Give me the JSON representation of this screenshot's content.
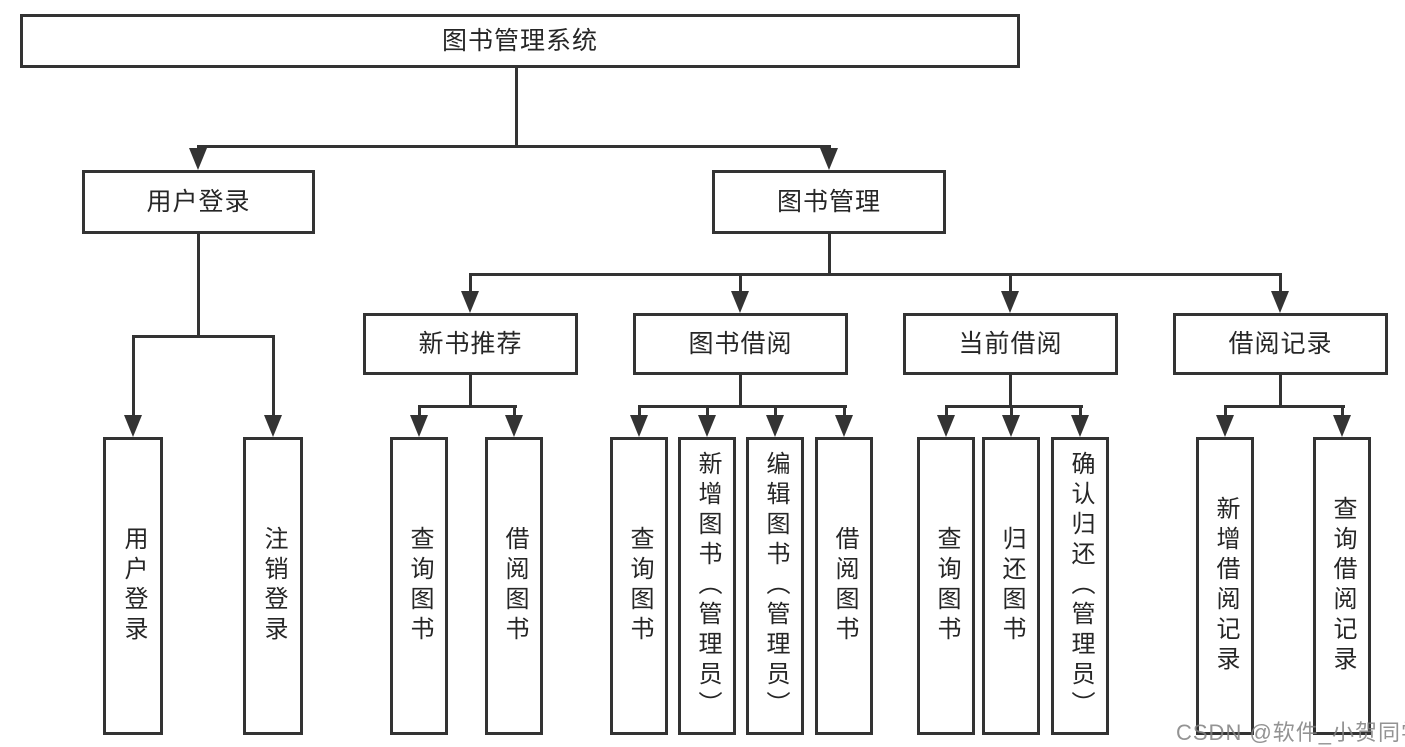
{
  "diagram": {
    "root": {
      "label": "图书管理系统"
    },
    "level2": [
      {
        "label": "用户登录"
      },
      {
        "label": "图书管理"
      }
    ],
    "level3": [
      {
        "label": "新书推荐"
      },
      {
        "label": "图书借阅"
      },
      {
        "label": "当前借阅"
      },
      {
        "label": "借阅记录"
      }
    ],
    "leaves": {
      "user_login": [
        "用户登录",
        "注销登录"
      ],
      "new_book": [
        "查询图书",
        "借阅图书"
      ],
      "book_borrow": [
        "查询图书",
        "新增图书（管理员）",
        "编辑图书（管理员）",
        "借阅图书"
      ],
      "current_borrow": [
        "查询图书",
        "归还图书",
        "确认归还（管理员）"
      ],
      "borrow_records": [
        "新增借阅记录",
        "查询借阅记录"
      ]
    }
  },
  "watermark": {
    "text": "CSDN @软件_小贺同学"
  },
  "colors": {
    "background": "#ffffff",
    "box_border": "#333333",
    "connector_line": "#333333",
    "text": "#262626",
    "watermark": "#808080"
  }
}
